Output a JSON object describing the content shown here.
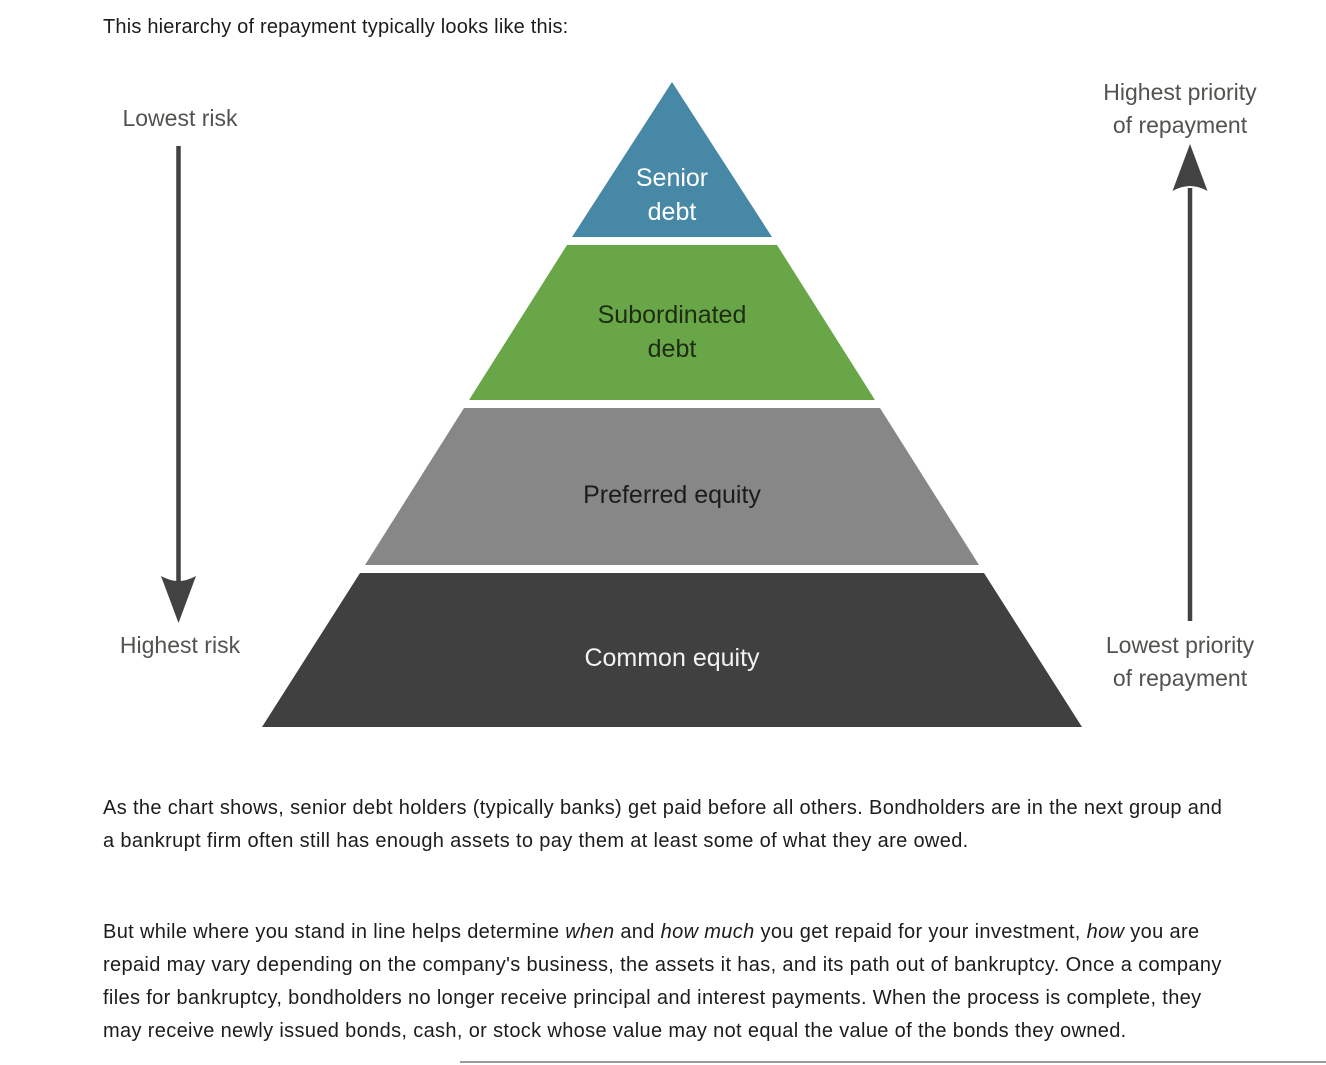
{
  "page": {
    "intro_text": "This hierarchy of repayment typically looks like this:",
    "paragraph_1": "As the chart shows, senior debt holders (typically banks) get paid before all others. Bondholders are in the next group and a bankrupt firm often still has enough assets to pay them at least some of what they are owed.",
    "paragraph_2": {
      "segments": [
        {
          "text": "But while where you stand in line helps determine ",
          "style": "normal"
        },
        {
          "text": "when",
          "style": "italic"
        },
        {
          "text": " and ",
          "style": "normal"
        },
        {
          "text": "how much",
          "style": "italic"
        },
        {
          "text": " you get repaid for your investment, ",
          "style": "normal"
        },
        {
          "text": "how",
          "style": "italic"
        },
        {
          "text": " you are repaid may vary depending on the company's business, the assets it has, and its path out of bankruptcy. Once a company files for bankruptcy, bondholders no longer receive principal and interest payments. When the process is complete, they may receive newly issued bonds, cash, or stock whose value may not equal the value of the bonds they owned.",
          "style": "normal"
        }
      ]
    }
  },
  "diagram": {
    "pyramid": {
      "levels": [
        {
          "label": "Senior\ndebt",
          "fill": "#4788a7",
          "text_color": "#ffffff"
        },
        {
          "label": "Subordinated\ndebt",
          "fill": "#68a648",
          "text_color": "#1d2d12"
        },
        {
          "label": "Preferred equity",
          "fill": "#878787",
          "text_color": "#1c1c1c"
        },
        {
          "label": "Common equity",
          "fill": "#404040",
          "text_color": "#f2f2f2"
        }
      ]
    },
    "left_axis": {
      "top_label": "Lowest risk",
      "bottom_label": "Highest risk"
    },
    "right_axis": {
      "top_label": "Highest priority\nof repayment",
      "bottom_label": "Lowest priority\nof repayment"
    },
    "arrow_color": "#424242"
  },
  "chart_data": {
    "type": "pyramid",
    "levels_top_to_bottom": [
      "Senior debt",
      "Subordinated debt",
      "Preferred equity",
      "Common equity"
    ],
    "colors_top_to_bottom": [
      "#4788a7",
      "#68a648",
      "#878787",
      "#404040"
    ],
    "left_axis": {
      "top": "Lowest risk",
      "bottom": "Highest risk",
      "arrow_direction": "down"
    },
    "right_axis": {
      "top": "Highest priority of repayment",
      "bottom": "Lowest priority of repayment",
      "arrow_direction": "up"
    }
  }
}
